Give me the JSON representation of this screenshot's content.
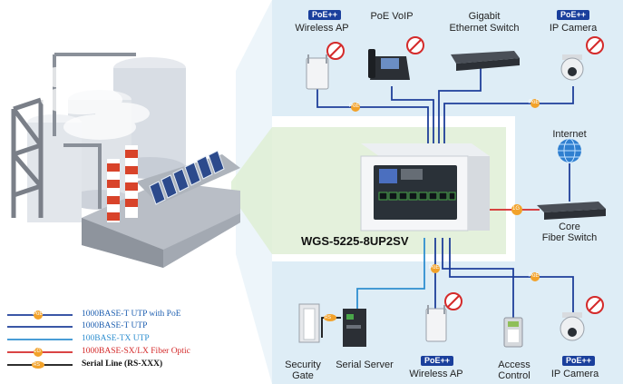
{
  "colors": {
    "utp": "#1e3f9a",
    "utp_poe": "#1e3f9a",
    "tx": "#2f8fd0",
    "fiber": "#d42a2a",
    "serial": "#111111",
    "poe_badge": "#1a3f9c",
    "panel_bg": "#deedf6",
    "green_bg": "#e4f1dc",
    "dot": "#f2a22a"
  },
  "top_devices": [
    {
      "name": "Wireless AP",
      "poe": "PoE++",
      "icon": "wireless-ap-icon"
    },
    {
      "name": "PoE VoIP",
      "poe": "",
      "icon": "voip-phone-icon"
    },
    {
      "name": "Gigabit Ethernet Switch",
      "line1": "Gigabit",
      "line2": "Ethernet Switch",
      "poe": "",
      "icon": "ethernet-switch-icon"
    },
    {
      "name": "IP Camera",
      "poe": "PoE++",
      "icon": "ip-camera-icon"
    }
  ],
  "center": {
    "model": "WGS-5225-8UP2SV"
  },
  "right_devices": {
    "internet": "Internet",
    "core_line1": "Core",
    "core_line2": "Fiber Switch"
  },
  "bottom_devices": [
    {
      "line1": "Security",
      "line2": "Gate",
      "poe": "",
      "icon": "security-gate-icon"
    },
    {
      "line1": "Serial Server",
      "line2": "",
      "poe": "",
      "icon": "serial-server-icon"
    },
    {
      "line1": "Wireless AP",
      "line2": "",
      "poe": "PoE++",
      "icon": "wireless-ap-icon"
    },
    {
      "line1": "Access",
      "line2": "Control",
      "poe": "",
      "icon": "access-control-icon"
    },
    {
      "line1": "IP Camera",
      "line2": "",
      "poe": "PoE++",
      "icon": "ip-camera-icon"
    }
  ],
  "legend": [
    {
      "label": "1000BASE-T UTP with PoE",
      "color": "#1e5fb0",
      "line": "#1e3f9a",
      "dot": "PoE"
    },
    {
      "label": "1000BASE-T UTP",
      "color": "#1e5fb0",
      "line": "#1e3f9a",
      "dot": ""
    },
    {
      "label": "100BASE-TX UTP",
      "color": "#2f8fd0",
      "line": "#2f8fd0",
      "dot": ""
    },
    {
      "label": "1000BASE-SX/LX Fiber Optic",
      "color": "#d42a2a",
      "line": "#d42a2a",
      "dot": "1G"
    },
    {
      "label": "Serial Line (RS-XXX)",
      "color": "#111111",
      "line": "#111111",
      "dot": "RS"
    }
  ],
  "dot_labels": {
    "poe": "PoE",
    "fiber": "1G",
    "serial": "RS"
  }
}
